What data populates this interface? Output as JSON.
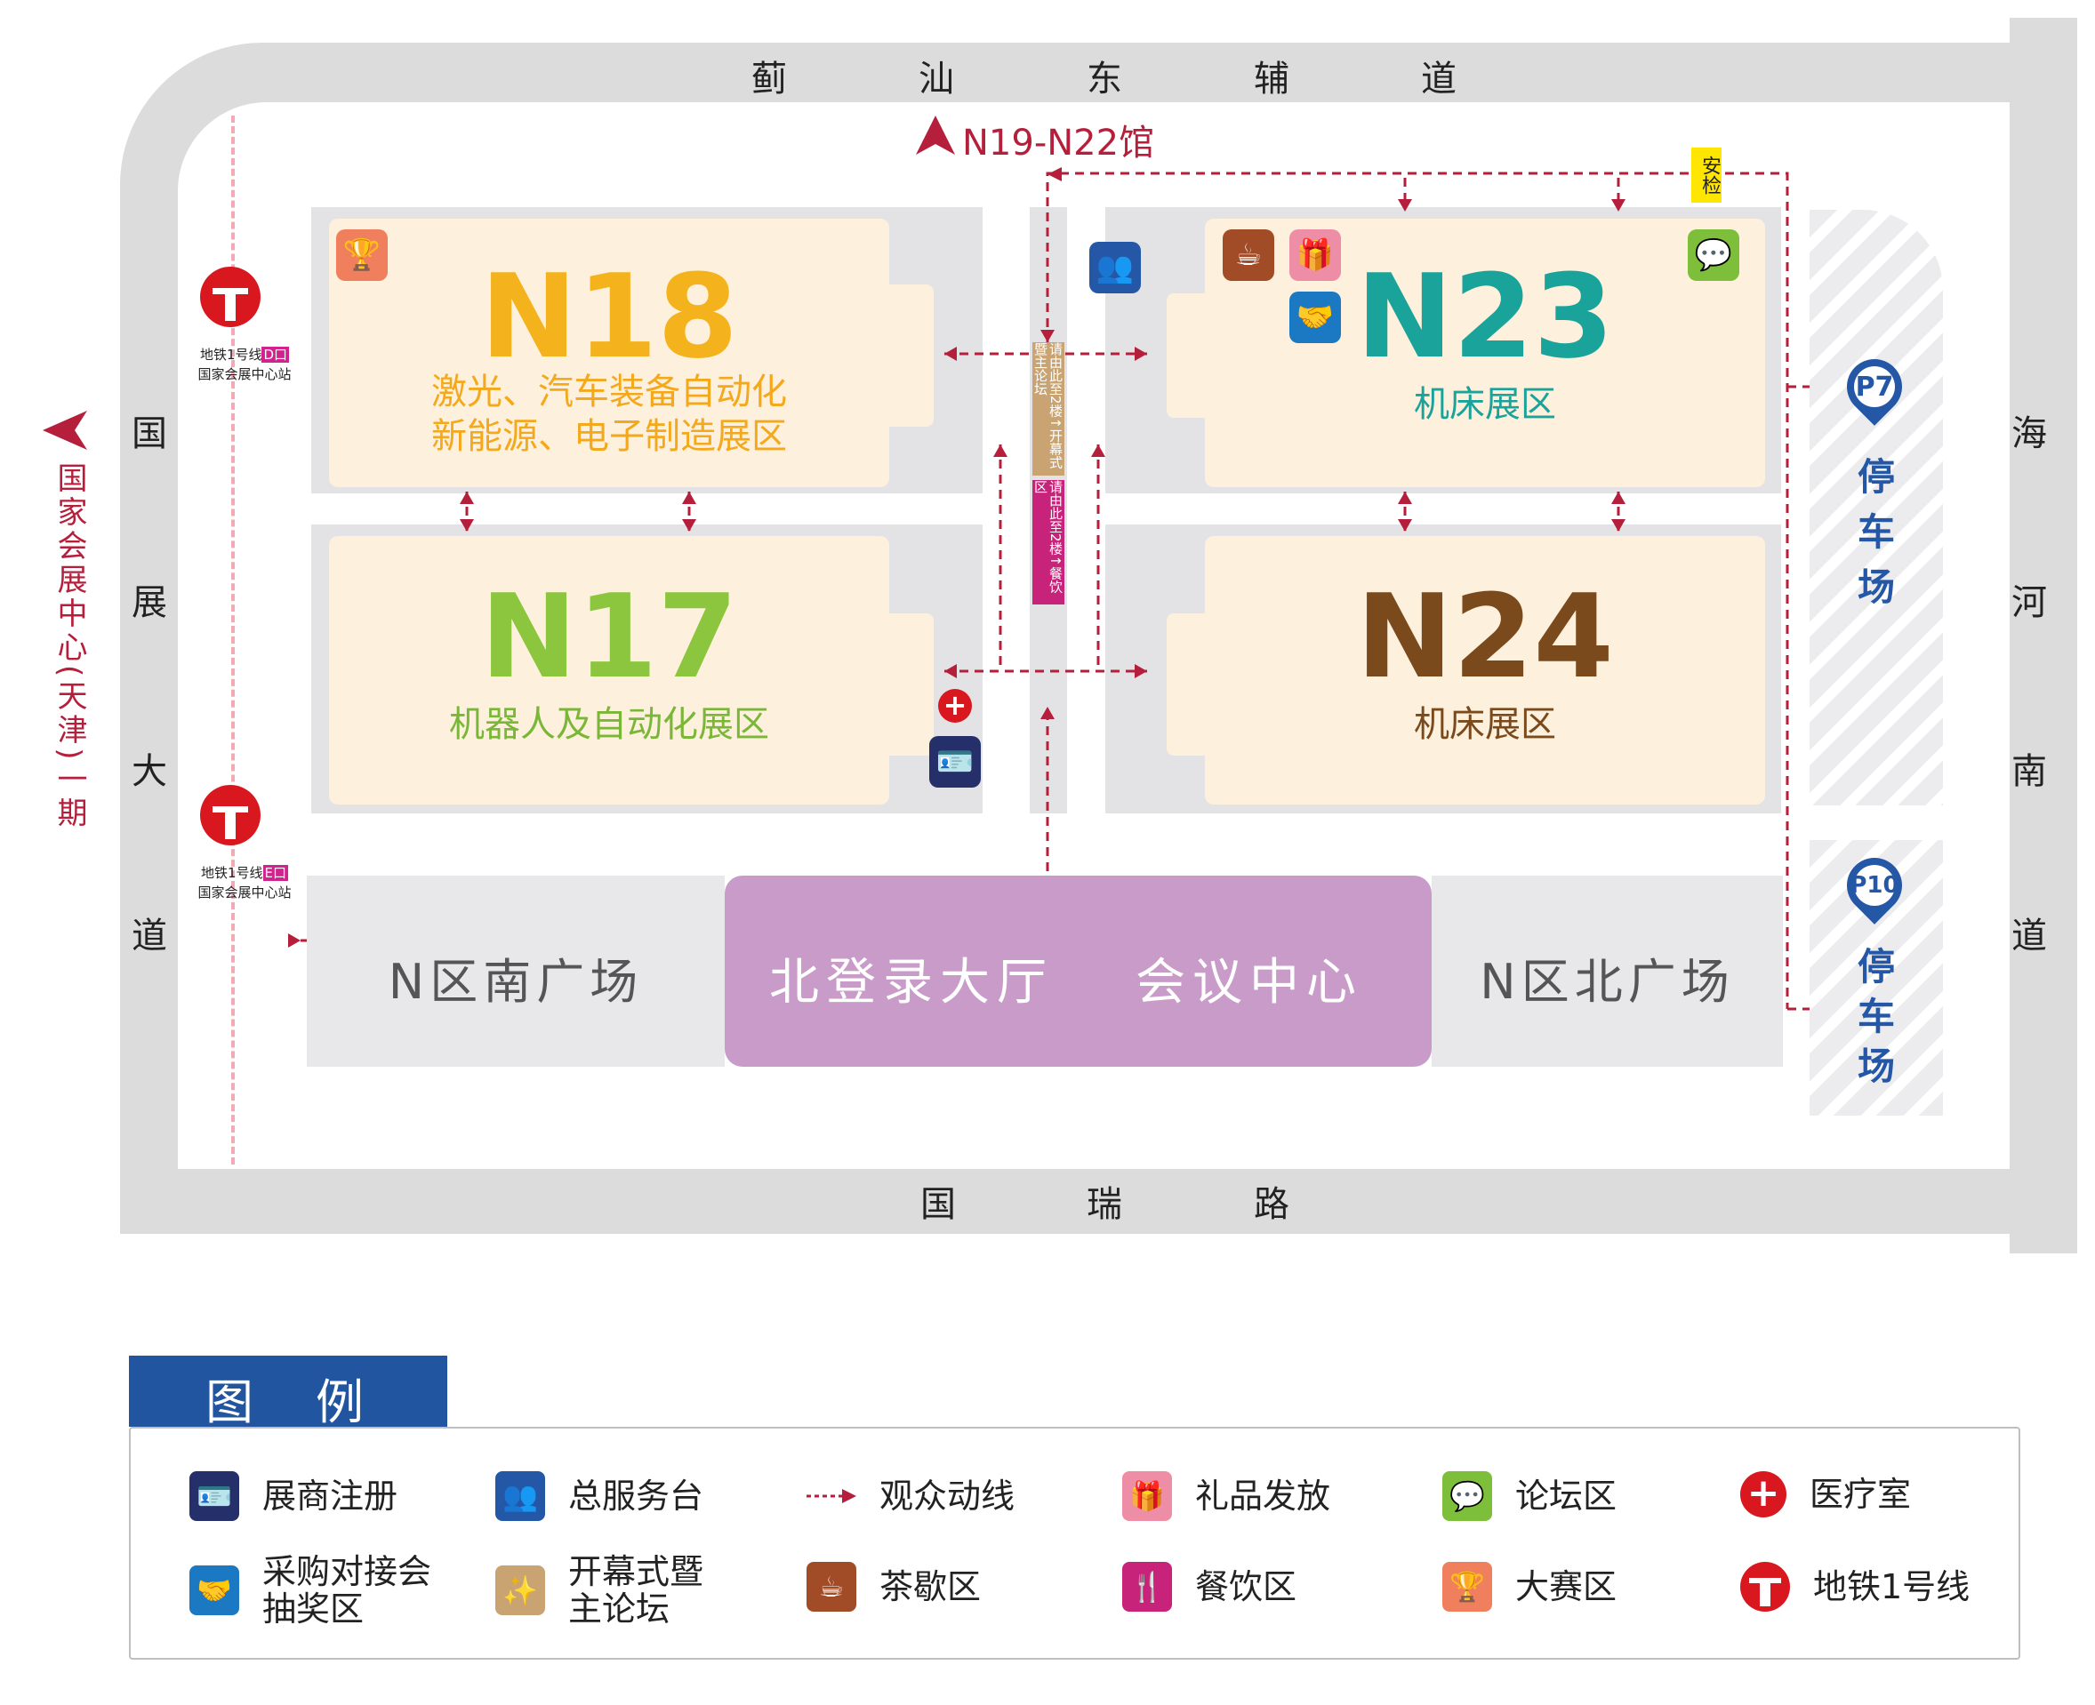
{
  "roads": {
    "north": [
      "蓟",
      "汕",
      "东",
      "辅",
      "道"
    ],
    "south": [
      "国",
      "瑞",
      "路"
    ],
    "west": [
      "国",
      "展",
      "大",
      "道"
    ],
    "east": [
      "海",
      "河",
      "南",
      "道"
    ]
  },
  "venue_left": "国家会展中心(天津)一期",
  "direction_sign": "N19-N22馆",
  "metro_stations": [
    {
      "line": "地铁1号线",
      "exit": "D口",
      "station": "国家会展中心站"
    },
    {
      "line": "地铁1号线",
      "exit": "E口",
      "station": "国家会展中心站"
    }
  ],
  "halls": {
    "N18": {
      "name": "N18",
      "zone": "激光、汽车装备自动化\n新能源、电子制造展区",
      "color": "#f4b21d"
    },
    "N17": {
      "name": "N17",
      "zone": "机器人及自动化展区",
      "color": "#8cc63e"
    },
    "N23": {
      "name": "N23",
      "zone": "机床展区",
      "color": "#1aa39a"
    },
    "N24": {
      "name": "N24",
      "zone": "机床展区",
      "color": "#7b4a1c"
    }
  },
  "security": "安检",
  "corridor_signs": {
    "opening": "请由此至2楼↑开幕式暨主论坛",
    "dining": "请由此至2楼↑餐饮区"
  },
  "parking": [
    {
      "code": "P7",
      "label": [
        "停",
        "车",
        "场"
      ]
    },
    {
      "code": "P10",
      "label": [
        "停",
        "车",
        "场"
      ]
    }
  ],
  "plazas": {
    "south": "N区南广场",
    "lobby": "北登录大厅",
    "conference": "会议中心",
    "north": "N区北广场"
  },
  "legend": {
    "title": "图　例",
    "items": [
      {
        "icon": "exhibitor-registration-icon",
        "label": "展商注册",
        "color": "#25306a"
      },
      {
        "icon": "service-desk-icon",
        "label": "总服务台",
        "color": "#2557a7"
      },
      {
        "icon": "visitor-route-icon",
        "label": "观众动线",
        "color": "#b51f3b"
      },
      {
        "icon": "gift-icon",
        "label": "礼品发放",
        "color": "#ee8da6"
      },
      {
        "icon": "forum-icon",
        "label": "论坛区",
        "color": "#7dbf3a"
      },
      {
        "icon": "medical-icon",
        "label": "医疗室",
        "color": "#d8171f"
      },
      {
        "icon": "handshake-icon",
        "label": "采购对接会\n抽奖区",
        "color": "#1b78c2"
      },
      {
        "icon": "opening-ceremony-icon",
        "label": "开幕式暨\n主论坛",
        "color": "#c9a472"
      },
      {
        "icon": "tea-icon",
        "label": "茶歇区",
        "color": "#a24c27"
      },
      {
        "icon": "dining-icon",
        "label": "餐饮区",
        "color": "#c8237b"
      },
      {
        "icon": "trophy-icon",
        "label": "大赛区",
        "color": "#f07f5d"
      },
      {
        "icon": "metro-icon",
        "label": "地铁1号线",
        "color": "#d8171f"
      }
    ]
  }
}
